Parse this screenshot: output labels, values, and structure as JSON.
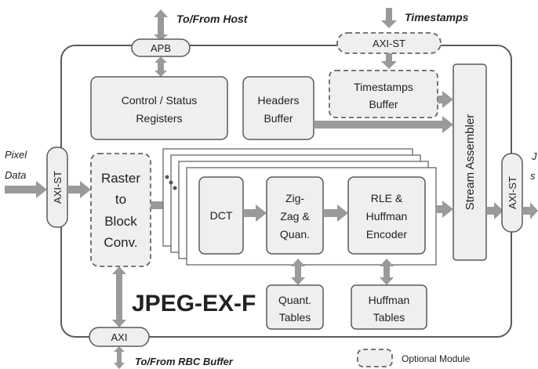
{
  "top": {
    "host_label": "To/From Host",
    "timestamps_label": "Timestamps",
    "apb": "APB",
    "axi_st_top": "AXI-ST"
  },
  "blocks": {
    "control_status": [
      "Control / Status",
      "Registers"
    ],
    "headers_buffer": [
      "Headers",
      "Buffer"
    ],
    "timestamps_buffer": [
      "Timestamps",
      "Buffer"
    ],
    "stream_assembler": "Stream Assembler",
    "raster_block": [
      "Raster",
      "to",
      "Block",
      "Conv."
    ],
    "dct": "DCT",
    "zigzag": [
      "Zig-",
      "Zag &",
      "Quan."
    ],
    "rle_huffman": [
      "RLE &",
      "Huffman",
      "Encoder"
    ],
    "quant_tables": [
      "Quant.",
      "Tables"
    ],
    "huffman_tables": [
      "Huffman",
      "Tables"
    ]
  },
  "left": {
    "pixel_data": [
      "Pixel",
      "Data"
    ],
    "axi_st_left": "AXI-ST"
  },
  "right": {
    "axi_st_right": "AXI-ST",
    "out_label": [
      "J",
      "s"
    ]
  },
  "bottom": {
    "axi": "AXI",
    "rbc_label": "To/From RBC Buffer",
    "legend": "Optional Module"
  },
  "title": "JPEG-EX-F",
  "colors": {
    "box_fill": "#efefef",
    "arrow": "#9a9a9a",
    "stroke": "#5a5a5a"
  }
}
